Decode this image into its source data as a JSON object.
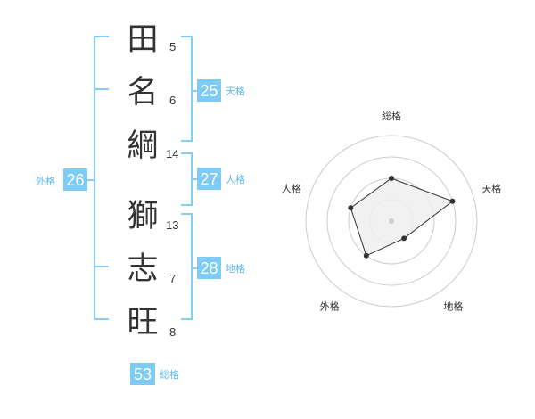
{
  "colors": {
    "accent": "#7ecbf5",
    "label_text": "#5cb8ec",
    "bracket": "#86cdf5",
    "kanji": "#333333",
    "radar_ring": "#cccccc",
    "radar_fill": "#eeeeee",
    "radar_line": "#333333"
  },
  "name_chars": [
    {
      "char": "田",
      "strokes": "5"
    },
    {
      "char": "名",
      "strokes": "6"
    },
    {
      "char": "綱",
      "strokes": "14"
    },
    {
      "char": "獅",
      "strokes": "13"
    },
    {
      "char": "志",
      "strokes": "7"
    },
    {
      "char": "旺",
      "strokes": "8"
    }
  ],
  "fortunes": {
    "tenkaku": {
      "value": "25",
      "label": "天格"
    },
    "jinkaku": {
      "value": "27",
      "label": "人格"
    },
    "chikaku": {
      "value": "28",
      "label": "地格"
    },
    "gaikaku": {
      "value": "26",
      "label": "外格"
    },
    "soukaku": {
      "value": "53",
      "label": "総格"
    }
  },
  "chart_data": {
    "type": "radar",
    "axes": [
      "総格",
      "天格",
      "地格",
      "外格",
      "人格"
    ],
    "values": [
      2,
      3,
      1,
      2,
      2
    ],
    "max": 4,
    "rings": 4
  }
}
